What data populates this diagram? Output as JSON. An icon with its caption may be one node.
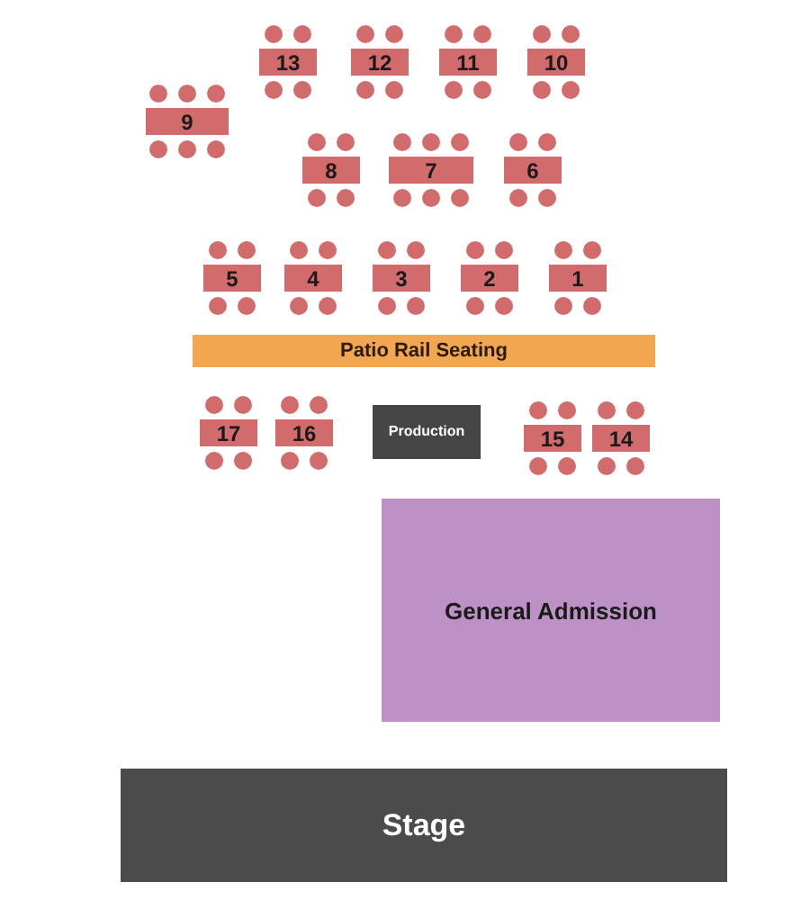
{
  "diagram": {
    "nodes": [
      {
        "text": [
          "13"
        ]
      },
      {
        "text": [
          "12"
        ]
      },
      {
        "text": [
          "11"
        ]
      },
      {
        "text": [
          "10"
        ]
      },
      {
        "text": [
          "9"
        ]
      },
      {
        "text": [
          "8"
        ]
      },
      {
        "text": [
          "7"
        ]
      },
      {
        "text": [
          "6"
        ]
      },
      {
        "text": [
          "5"
        ]
      },
      {
        "text": [
          "4"
        ]
      },
      {
        "text": [
          "3"
        ]
      },
      {
        "text": [
          "2"
        ]
      },
      {
        "text": [
          "1"
        ]
      },
      {
        "text": [
          "Patio Rail Seating"
        ]
      },
      {
        "text": [
          "17"
        ]
      },
      {
        "text": [
          "16"
        ]
      },
      {
        "text": [
          "Production"
        ]
      },
      {
        "text": [
          "15"
        ]
      },
      {
        "text": [
          "14"
        ]
      },
      {
        "text": [
          "General Admission"
        ]
      },
      {
        "text": [
          "Stage"
        ]
      }
    ]
  }
}
